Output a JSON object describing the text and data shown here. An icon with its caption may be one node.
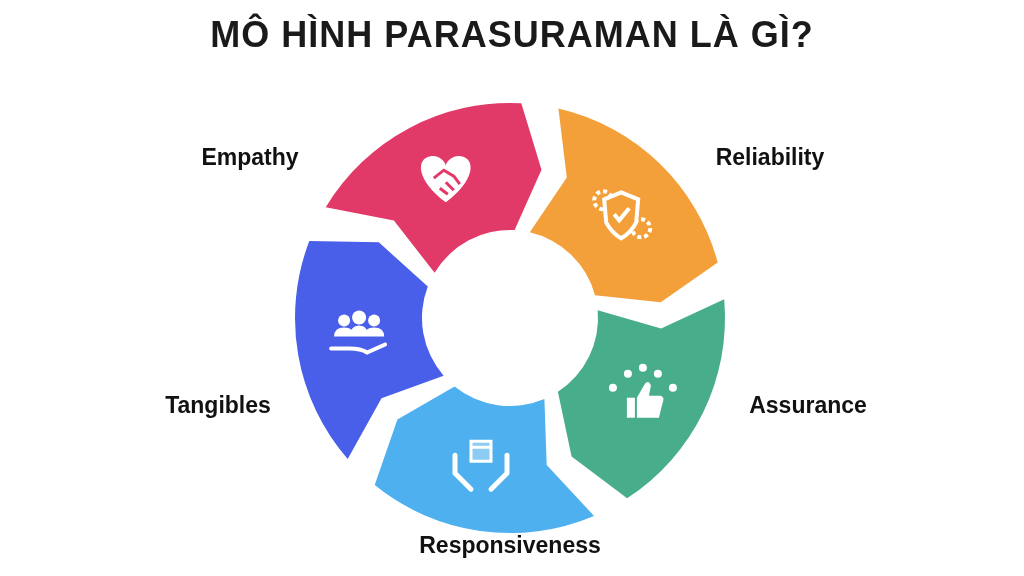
{
  "diagram": {
    "title": "MÔ HÌNH PARASURAMAN LÀ GÌ?",
    "nodes": [
      {
        "text": [],
        "shape": "arrow",
        "beside": [
          "Empathy"
        ]
      },
      {
        "text": [],
        "shape": "arrow",
        "beside": [
          "Reliability"
        ]
      },
      {
        "text": [],
        "shape": "arrow",
        "beside": [
          "Tangibles"
        ]
      },
      {
        "text": [],
        "shape": "arrow",
        "beside": [
          "Assurance"
        ]
      },
      {
        "text": [],
        "shape": "arrow",
        "beside": [
          "Responsiveness"
        ]
      }
    ],
    "edges": []
  }
}
